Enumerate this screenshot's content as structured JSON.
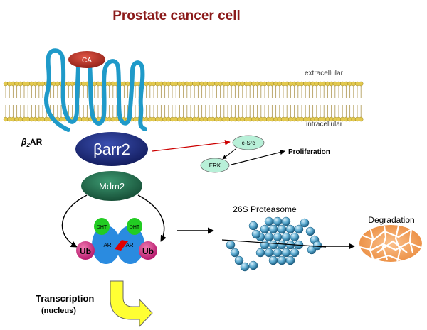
{
  "title": "Prostate cancer cell",
  "membrane": {
    "extracellular": "extracellular",
    "intracellular": "intracellular"
  },
  "receptor": {
    "label_beta": "β",
    "label_sub": "2",
    "label_rest": "AR"
  },
  "ligand": "CA",
  "arrestin": "βarr2",
  "mdm2": "Mdm2",
  "csrc": "c-Src",
  "erk": "ERK",
  "proliferation": "Proliferation",
  "ar_complex": {
    "dht": "DHT",
    "ar": "AR",
    "ub": "Ub"
  },
  "proteasome": "26S Proteasome",
  "degradation": "Degradation",
  "transcription": "Transcription",
  "nucleus": "(nucleus)",
  "colors": {
    "title": "#8b1a1a",
    "receptor": "#1f9ac9",
    "ligand": "#c0392b",
    "arrestin": "#1c2a78",
    "mdm2": "#1f6b4a",
    "dht": "#22cc22",
    "ar": "#2a8be0",
    "ub": "#d63384",
    "erk_fill": "#b8f0d8",
    "proteasome": "#3b8fb5",
    "degradation": "#f0a060",
    "red_arrow": "#cc0000",
    "transcription_arrow": "#ffff33"
  }
}
